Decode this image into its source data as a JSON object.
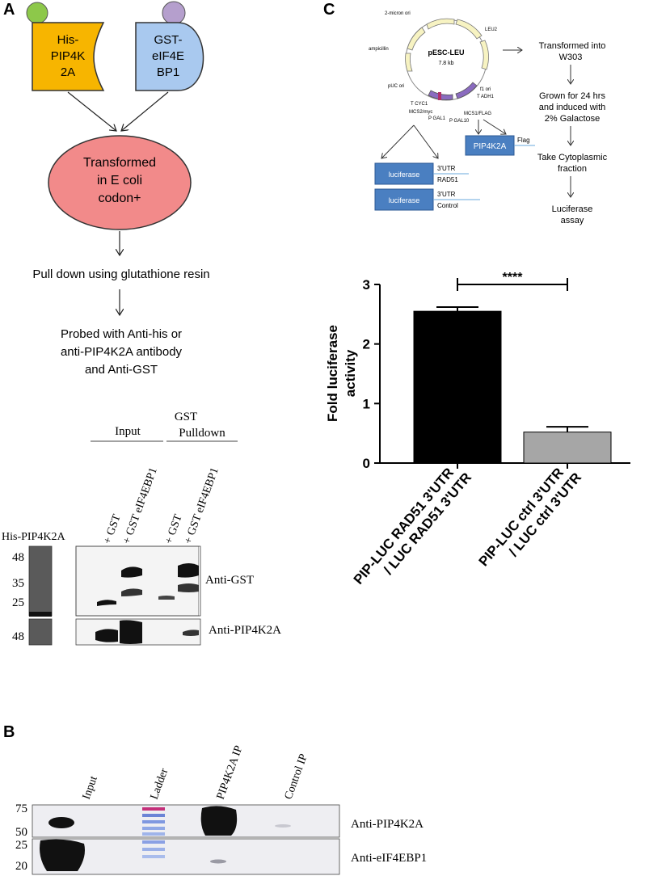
{
  "panels": {
    "A": {
      "label": "A",
      "protein1_line1": "His-",
      "protein1_line2": "PIP4K",
      "protein1_line3": "2A",
      "protein2_line1": "GST-",
      "protein2_line2": "eIF4E",
      "protein2_line3": "BP1",
      "transform_line1": "Transformed",
      "transform_line2": "in E coli",
      "transform_line3": "codon+",
      "step_pulldown": "Pull down using glutathione resin",
      "step_probe_line1": "Probed with Anti-his or",
      "step_probe_line2": "anti-PIP4K2A antibody",
      "step_probe_line3": "and Anti-GST",
      "blot": {
        "group_input": "Input",
        "group_pulldown_line1": "GST",
        "group_pulldown_line2": "Pulldown",
        "lanes": [
          "+ GST",
          "+ GST eIF4EBP1",
          "+ GST",
          "+ GST eIF4EBP1"
        ],
        "left_label": "His-PIP4K2A",
        "markers_top": [
          "48",
          "35",
          "25"
        ],
        "markers_bottom": [
          "48"
        ],
        "antibody_top": "Anti-GST",
        "antibody_bottom": "Anti-PIP4K2A"
      }
    },
    "B": {
      "label": "B",
      "lanes": [
        "Input",
        "Ladder",
        "PIP4K2A  IP",
        "Control IP"
      ],
      "markers_top": [
        "75",
        "50"
      ],
      "markers_bottom": [
        "25",
        "20"
      ],
      "antibody_top": "Anti-PIP4K2A",
      "antibody_bottom": "Anti-eIF4EBP1"
    },
    "C": {
      "label": "C",
      "plasmid": {
        "name": "pESC-LEU",
        "size": "7.8 kb",
        "features": [
          "2-micron ori",
          "LEU2",
          "ampicillin",
          "pUC ori",
          "f1 ori",
          "T ADH1",
          "MCS1/FLAG",
          "T CYC1",
          "MCS2/myc",
          "P GAL1",
          "P GAL10"
        ],
        "box_pip": "PIP4K2A",
        "flag": "Flag",
        "box_luc1": "luciferase",
        "utr1_line1": "3'UTR",
        "utr1_line2": "RAD51",
        "box_luc2": "luciferase",
        "utr2_line1": "3'UTR",
        "utr2_line2": "Control"
      },
      "workflow": {
        "step1_line1": "Transformed  into",
        "step1_line2": "W303",
        "step2_line1": "Grown for 24 hrs",
        "step2_line2": "and induced with",
        "step2_line3": "2% Galactose",
        "step3_line1": "Take Cytoplasmic",
        "step3_line2": "fraction",
        "step4_line1": "Luciferase",
        "step4_line2": "assay"
      }
    }
  },
  "chart_data": {
    "type": "bar",
    "categories": [
      "PIP-LUC RAD51 3'UTR / LUC RAD51 3'UTR",
      "PIP-LUC ctrl 3'UTR / LUC ctrl 3'UTR"
    ],
    "category_lines": [
      [
        "PIP-LUC RAD51 3'UTR",
        "/ LUC RAD51 3'UTR"
      ],
      [
        "PIP-LUC ctrl 3'UTR",
        "/ LUC ctrl 3'UTR"
      ]
    ],
    "values": [
      2.55,
      0.52
    ],
    "errors": [
      0.07,
      0.09
    ],
    "bar_colors": [
      "#000000",
      "#a6a6a6"
    ],
    "ylabel_line1": "Fold luciferase",
    "ylabel_line2": "activity",
    "ylim": [
      0,
      3
    ],
    "yticks": [
      "0",
      "1",
      "2",
      "3"
    ],
    "significance": "****",
    "grid": false
  },
  "colors": {
    "his_box": "#f7b500",
    "gst_box": "#a9c9ef",
    "his_cap": "#8dc84a",
    "gst_cap": "#b59fcd",
    "ellipse": "#f28a8a",
    "plasmid_arrow": "#f7f3c2",
    "plasmid_purple": "#8a6bbf",
    "blue_box": "#4a7fc1",
    "blue_line": "#6aaade"
  }
}
